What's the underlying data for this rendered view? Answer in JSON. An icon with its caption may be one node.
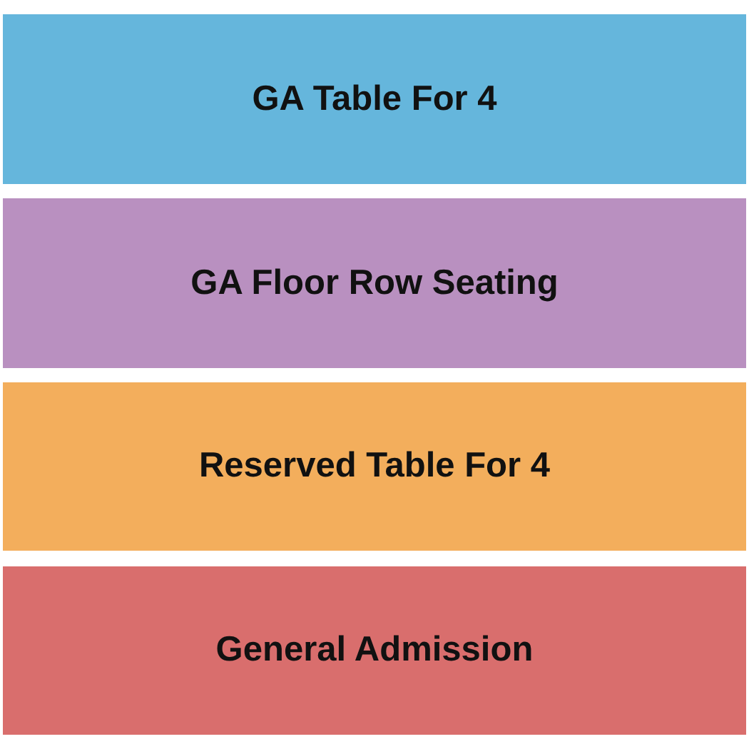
{
  "diagram": {
    "nodes": [
      {
        "text": [
          "GA Table For 4"
        ]
      },
      {
        "text": [
          "GA Floor Row Seating"
        ]
      },
      {
        "text": [
          "Reserved Table For 4"
        ]
      },
      {
        "text": [
          "General Admission"
        ]
      }
    ]
  }
}
